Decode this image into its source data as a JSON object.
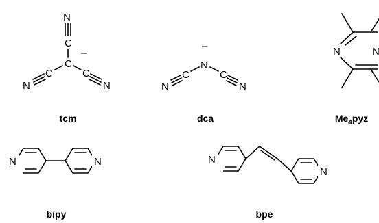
{
  "molecules": {
    "tcm": {
      "name": "tcm",
      "atoms": {
        "n": "N",
        "c": "C",
        "charge": "–"
      }
    },
    "dca": {
      "name": "dca",
      "atoms": {
        "n": "N",
        "c": "C",
        "charge": "–"
      }
    },
    "me4pyz": {
      "name_prefix": "Me",
      "name_sub": "4",
      "name_suffix": "pyz",
      "atoms": {
        "n": "N"
      }
    },
    "bipy": {
      "name": "bipy",
      "atoms": {
        "n": "N"
      }
    },
    "bpe": {
      "name": "bpe",
      "atoms": {
        "n": "N"
      }
    }
  }
}
